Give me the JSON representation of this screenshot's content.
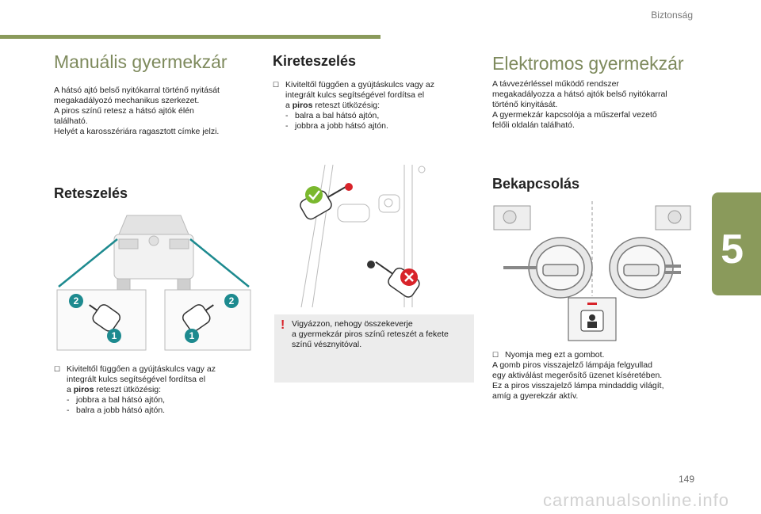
{
  "header": {
    "section": "Biztonság",
    "chapter_number": "5",
    "page_number": "149"
  },
  "watermark": "carmanualsonline.info",
  "manual": {
    "title": "Manuális gyermekzár",
    "intro": [
      "A hátsó ajtó belső nyitókarral történő nyitását",
      "megakadályozó mechanikus szerkezet.",
      "A piros színű retesz a hátsó ajtók élén",
      "található.",
      "Helyét a karosszériára ragasztott címke jelzi."
    ],
    "lock_title": "Reteszelés",
    "lock_lead_1": "Kiviteltől függően a gyújtáskulcs vagy az",
    "lock_lead_2": "integrált kulcs segítségével fordítsa el",
    "lock_lead_3a": "a ",
    "lock_lead_3b": "piros",
    "lock_lead_3c": " reteszt ütközésig:",
    "lock_items": [
      "jobbra a bal hátsó ajtón,",
      "balra a jobb hátsó ajtón."
    ],
    "callouts": [
      "2",
      "1",
      "2",
      "1"
    ]
  },
  "unlock": {
    "title": "Kireteszelés",
    "lead_1": "Kiviteltől függően a gyújtáskulcs vagy az",
    "lead_2": "integrált kulcs segítségével fordítsa el",
    "lead_3a": "a ",
    "lead_3b": "piros",
    "lead_3c": " reteszt ütközésig:",
    "items": [
      "balra a bal hátsó ajtón,",
      "jobbra a jobb hátsó ajtón."
    ],
    "warning": [
      "Vigyázzon, nehogy összekeverje",
      "a gyermekzár piros színű reteszét a fekete",
      "színű vésznyitóval."
    ]
  },
  "electric": {
    "title": "Elektromos gyermekzár",
    "intro": [
      "A távvezérléssel működő rendszer",
      "megakadályozza a hátsó ajtók belső nyitókarral",
      "történő kinyitását.",
      "A gyermekzár kapcsolója a műszerfal vezető",
      "felőli oldalán található."
    ],
    "on_title": "Bekapcsolás",
    "on_lead": "Nyomja meg ezt a gombot.",
    "on_text": [
      "A gomb piros visszajelző lámpája felgyullad",
      "egy aktiválást megerősítő üzenet kíséretében.",
      "Ez a piros visszajelző lámpa mindaddig világít,",
      "amíg a gyerekzár aktív."
    ]
  },
  "colors": {
    "accent": "#8a9a5b",
    "teal": "#1d8a8f",
    "red": "#d8232a",
    "green": "#7ab82e"
  }
}
